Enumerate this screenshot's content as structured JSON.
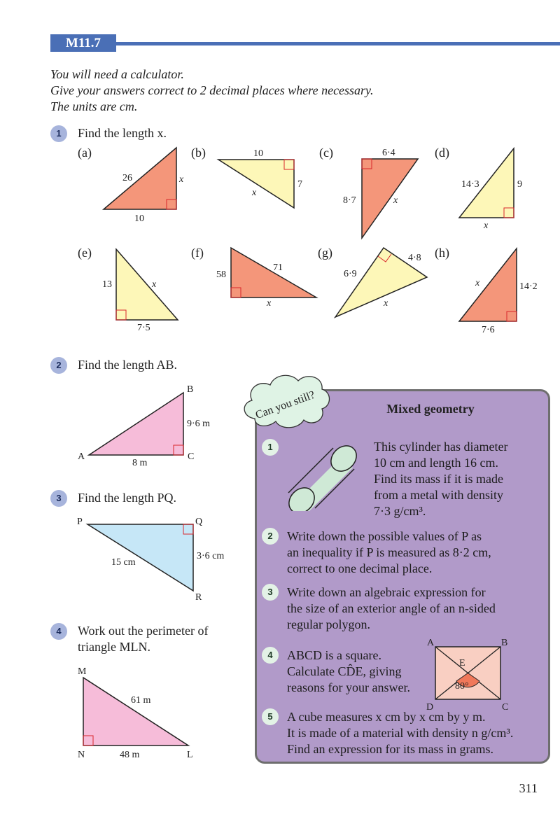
{
  "header": {
    "code": "M11.7"
  },
  "intro": {
    "line1": "You will need a calculator.",
    "line2": "Give your answers correct to 2 decimal places where necessary.",
    "line3": "The units are cm."
  },
  "q1": {
    "number": "1",
    "text": "Find the length x.",
    "parts": [
      {
        "label": "(a)",
        "side1": "26",
        "side2": "x",
        "side3": "10"
      },
      {
        "label": "(b)",
        "side1": "10",
        "side2": "7",
        "side3": "x"
      },
      {
        "label": "(c)",
        "side1": "6·4",
        "side2": "8·7",
        "side3": "x"
      },
      {
        "label": "(d)",
        "side1": "14·3",
        "side2": "9",
        "side3": "x"
      },
      {
        "label": "(e)",
        "side1": "13",
        "side2": "x",
        "side3": "7·5"
      },
      {
        "label": "(f)",
        "side1": "58",
        "side2": "71",
        "side3": "x"
      },
      {
        "label": "(g)",
        "side1": "6·9",
        "side2": "4·8",
        "side3": "x"
      },
      {
        "label": "(h)",
        "side1": "x",
        "side2": "14·2",
        "side3": "7·6"
      }
    ]
  },
  "q2": {
    "number": "2",
    "text": "Find the length AB.",
    "A": "A",
    "B": "B",
    "C": "C",
    "bc": "9·6 m",
    "ac": "8 m"
  },
  "q3": {
    "number": "3",
    "text": "Find the length PQ.",
    "P": "P",
    "Q": "Q",
    "R": "R",
    "pr": "15 cm",
    "qr": "3·6 cm"
  },
  "q4": {
    "number": "4",
    "line1": "Work out the perimeter of",
    "line2": "triangle MLN.",
    "M": "M",
    "N": "N",
    "L": "L",
    "ml": "61 m",
    "nl": "48 m"
  },
  "box": {
    "cloud": "Can you still?",
    "title": "Mixed geometry",
    "items": [
      {
        "number": "1",
        "lines": [
          "This cylinder has diameter",
          "10 cm and length 16 cm.",
          "Find its mass if it is made",
          "from a metal with density",
          "7·3 g/cm³."
        ]
      },
      {
        "number": "2",
        "lines": [
          "Write down the possible values of P as",
          "an inequality if P is measured as 8·2 cm,",
          "correct to one decimal place."
        ]
      },
      {
        "number": "3",
        "lines": [
          "Write down an algebraic expression for",
          "the size of an exterior angle of an n-sided",
          "regular polygon."
        ]
      },
      {
        "number": "4",
        "lines": [
          "ABCD is a square.",
          "Calculate CD̂E, giving",
          "reasons for your answer."
        ]
      },
      {
        "number": "5",
        "lines": [
          "A cube measures x cm by x cm by y m.",
          "It is made of a material with density n g/cm³.",
          "Find an expression for its mass in grams."
        ]
      }
    ],
    "square": {
      "A": "A",
      "B": "B",
      "C": "C",
      "D": "D",
      "E": "E",
      "angle": "80°"
    }
  },
  "page_number": "311",
  "colors": {
    "header": "#4a6fb6",
    "salmon": "#f4967a",
    "yellow": "#fdf7b8",
    "pink": "#f6bcd9",
    "blue": "#c6e7f7",
    "box": "#b19ac9",
    "right_angle": "#d9262b"
  }
}
